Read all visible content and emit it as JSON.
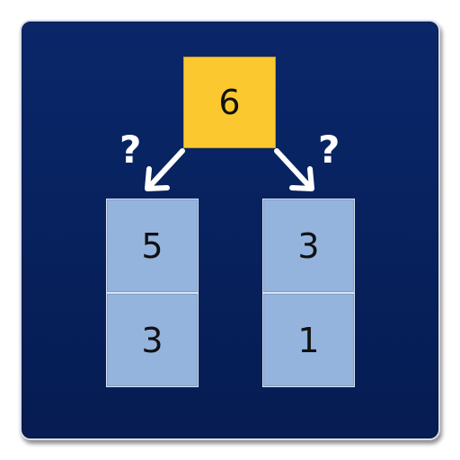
{
  "top_tile": {
    "value": "6"
  },
  "question_marks": {
    "left": "?",
    "right": "?"
  },
  "left_column": {
    "top": "5",
    "bottom": "3"
  },
  "right_column": {
    "top": "3",
    "bottom": "1"
  },
  "icons": {
    "left_arrow": "arrow-down-left-icon",
    "right_arrow": "arrow-down-right-icon"
  },
  "colors": {
    "background": "#07215d",
    "top_tile": "#fbc92f",
    "blue_tile": "#94b4de",
    "arrow": "#ffffff"
  }
}
